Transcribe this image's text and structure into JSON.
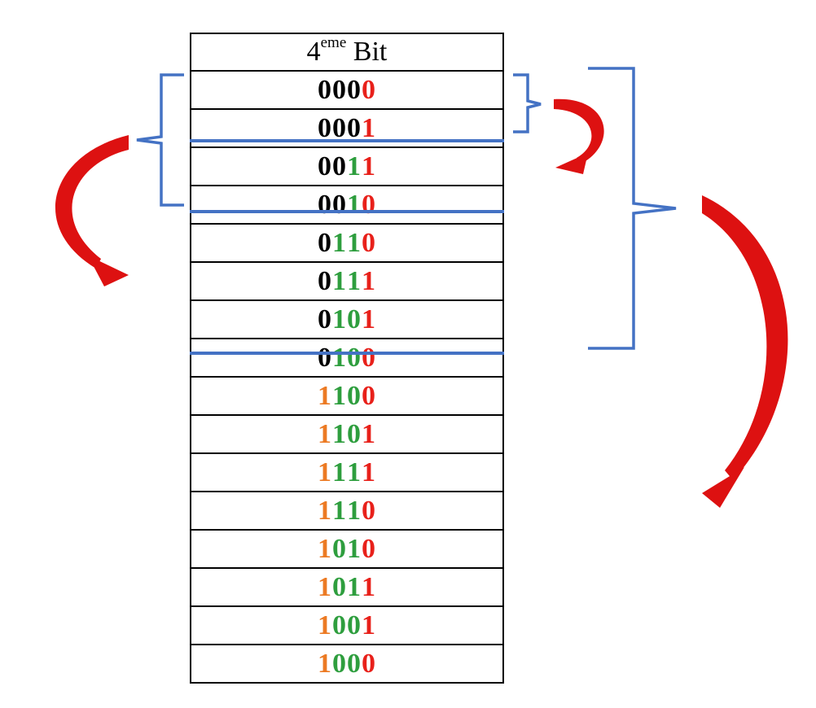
{
  "header": {
    "number": "4",
    "superscript": "eme",
    "word": "Bit"
  },
  "colors": {
    "k": "#000000",
    "r": "#e8201a",
    "g": "#2e9e3e",
    "o": "#ec7a23",
    "bracket": "#4472c4",
    "arrow": "#dd1111"
  },
  "rows": [
    {
      "bits": [
        "0",
        "0",
        "0",
        "0"
      ],
      "colors": [
        "k",
        "k",
        "k",
        "r"
      ]
    },
    {
      "bits": [
        "0",
        "0",
        "0",
        "1"
      ],
      "colors": [
        "k",
        "k",
        "k",
        "r"
      ]
    },
    {
      "bits": [
        "0",
        "0",
        "1",
        "1"
      ],
      "colors": [
        "k",
        "k",
        "g",
        "r"
      ]
    },
    {
      "bits": [
        "0",
        "0",
        "1",
        "0"
      ],
      "colors": [
        "k",
        "k",
        "g",
        "r"
      ]
    },
    {
      "bits": [
        "0",
        "1",
        "1",
        "0"
      ],
      "colors": [
        "k",
        "g",
        "g",
        "r"
      ]
    },
    {
      "bits": [
        "0",
        "1",
        "1",
        "1"
      ],
      "colors": [
        "k",
        "g",
        "g",
        "r"
      ]
    },
    {
      "bits": [
        "0",
        "1",
        "0",
        "1"
      ],
      "colors": [
        "k",
        "g",
        "g",
        "r"
      ]
    },
    {
      "bits": [
        "0",
        "1",
        "0",
        "0"
      ],
      "colors": [
        "k",
        "g",
        "g",
        "r"
      ]
    },
    {
      "bits": [
        "1",
        "1",
        "0",
        "0"
      ],
      "colors": [
        "o",
        "g",
        "g",
        "r"
      ]
    },
    {
      "bits": [
        "1",
        "1",
        "0",
        "1"
      ],
      "colors": [
        "o",
        "g",
        "g",
        "r"
      ]
    },
    {
      "bits": [
        "1",
        "1",
        "1",
        "1"
      ],
      "colors": [
        "o",
        "g",
        "g",
        "r"
      ]
    },
    {
      "bits": [
        "1",
        "1",
        "1",
        "0"
      ],
      "colors": [
        "o",
        "g",
        "g",
        "r"
      ]
    },
    {
      "bits": [
        "1",
        "0",
        "1",
        "0"
      ],
      "colors": [
        "o",
        "g",
        "g",
        "r"
      ]
    },
    {
      "bits": [
        "1",
        "0",
        "1",
        "1"
      ],
      "colors": [
        "o",
        "g",
        "g",
        "r"
      ]
    },
    {
      "bits": [
        "1",
        "0",
        "0",
        "1"
      ],
      "colors": [
        "o",
        "g",
        "g",
        "r"
      ]
    },
    {
      "bits": [
        "1",
        "0",
        "0",
        "0"
      ],
      "colors": [
        "o",
        "g",
        "g",
        "r"
      ]
    }
  ]
}
